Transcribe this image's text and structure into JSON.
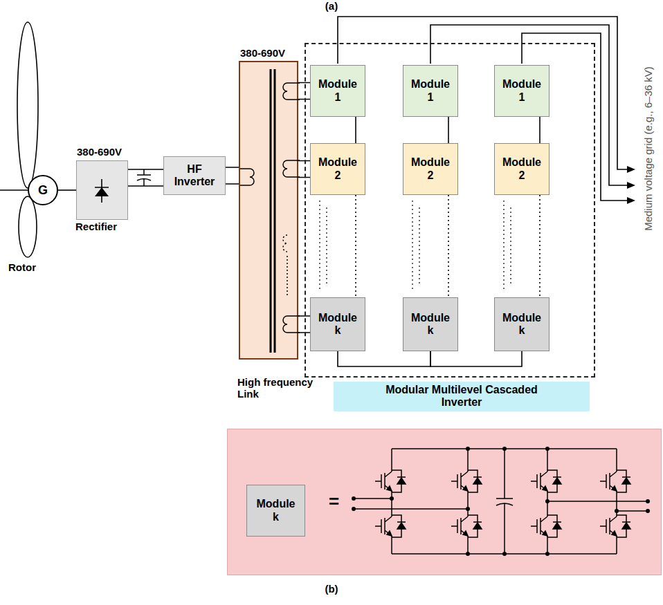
{
  "diagram": {
    "nodes": [
      {
        "text": [
          "G"
        ]
      },
      {
        "text": [
          "380-690V",
          "Rectifier"
        ]
      },
      {
        "text": [
          "HF Inverter"
        ]
      },
      {
        "text": [
          "380-690V",
          "High frequency Link"
        ]
      },
      {
        "text": [
          "Modular Multilevel Cascaded Inverter"
        ]
      },
      {
        "text": [
          "Module 1"
        ],
        "in": 4
      },
      {
        "text": [
          "Module 1"
        ],
        "in": 4
      },
      {
        "text": [
          "Module 1"
        ],
        "in": 4
      },
      {
        "text": [
          "Module 2"
        ],
        "in": 4
      },
      {
        "text": [
          "Module 2"
        ],
        "in": 4
      },
      {
        "text": [
          "Module 2"
        ],
        "in": 4
      },
      {
        "text": [
          "Module k"
        ],
        "in": 4
      },
      {
        "text": [
          "Module k"
        ],
        "in": 4
      },
      {
        "text": [
          "Module k"
        ],
        "in": 4
      },
      {
        "text": [
          "="
        ]
      },
      {
        "text": [
          "Module k"
        ],
        "in": 14
      }
    ],
    "edges": [
      {
        "from": 0,
        "to": 1,
        "arrow": "none"
      },
      {
        "from": 1,
        "to": 2,
        "arrow": "none"
      },
      {
        "from": 2,
        "to": 3,
        "arrow": "none"
      },
      {
        "from": 3,
        "to": 5,
        "arrow": "none"
      },
      {
        "from": 3,
        "to": 8,
        "arrow": "none"
      },
      {
        "from": 3,
        "to": 11,
        "arrow": "none"
      },
      {
        "from": 5,
        "to": 8,
        "arrow": "none"
      },
      {
        "from": 6,
        "to": 9,
        "arrow": "none"
      },
      {
        "from": 7,
        "to": 10,
        "arrow": "none"
      },
      {
        "from": 8,
        "to": 11,
        "arrow": "none"
      },
      {
        "from": 9,
        "to": 12,
        "arrow": "none"
      },
      {
        "from": 10,
        "to": 13,
        "arrow": "none"
      },
      {
        "from": 11,
        "to": 12,
        "arrow": "none"
      },
      {
        "from": 12,
        "to": 13,
        "arrow": "none"
      }
    ],
    "labels": [
      "(a)",
      "Rotor",
      "Medium voltage grid (e.g., 6–36 kV)",
      "(b)"
    ]
  }
}
